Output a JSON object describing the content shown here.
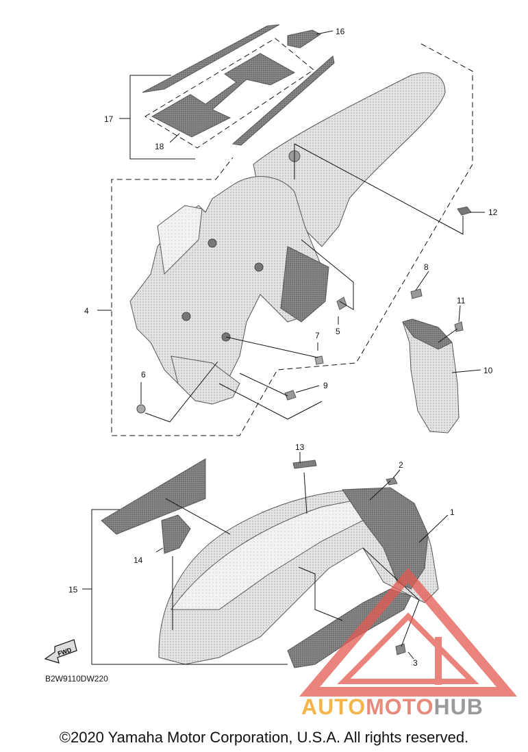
{
  "diagram": {
    "callouts": [
      "1",
      "2",
      "3",
      "4",
      "5",
      "6",
      "7",
      "8",
      "9",
      "10",
      "11",
      "12",
      "13",
      "14",
      "15",
      "16",
      "17",
      "18"
    ],
    "fwd_label": "FWD",
    "code": "B2W9110DW220"
  },
  "watermark": {
    "part1": "AUTO",
    "part2": "MOTO",
    "part3": "HUB",
    "colors": {
      "auto": "#f3b54a",
      "moto": "#e68a7a",
      "hub": "#9a9a9a",
      "triangle": "#e45a50"
    }
  },
  "footer": {
    "copyright": "©2020 Yamaha Motor Corporation, U.S.A. All rights reserved."
  }
}
